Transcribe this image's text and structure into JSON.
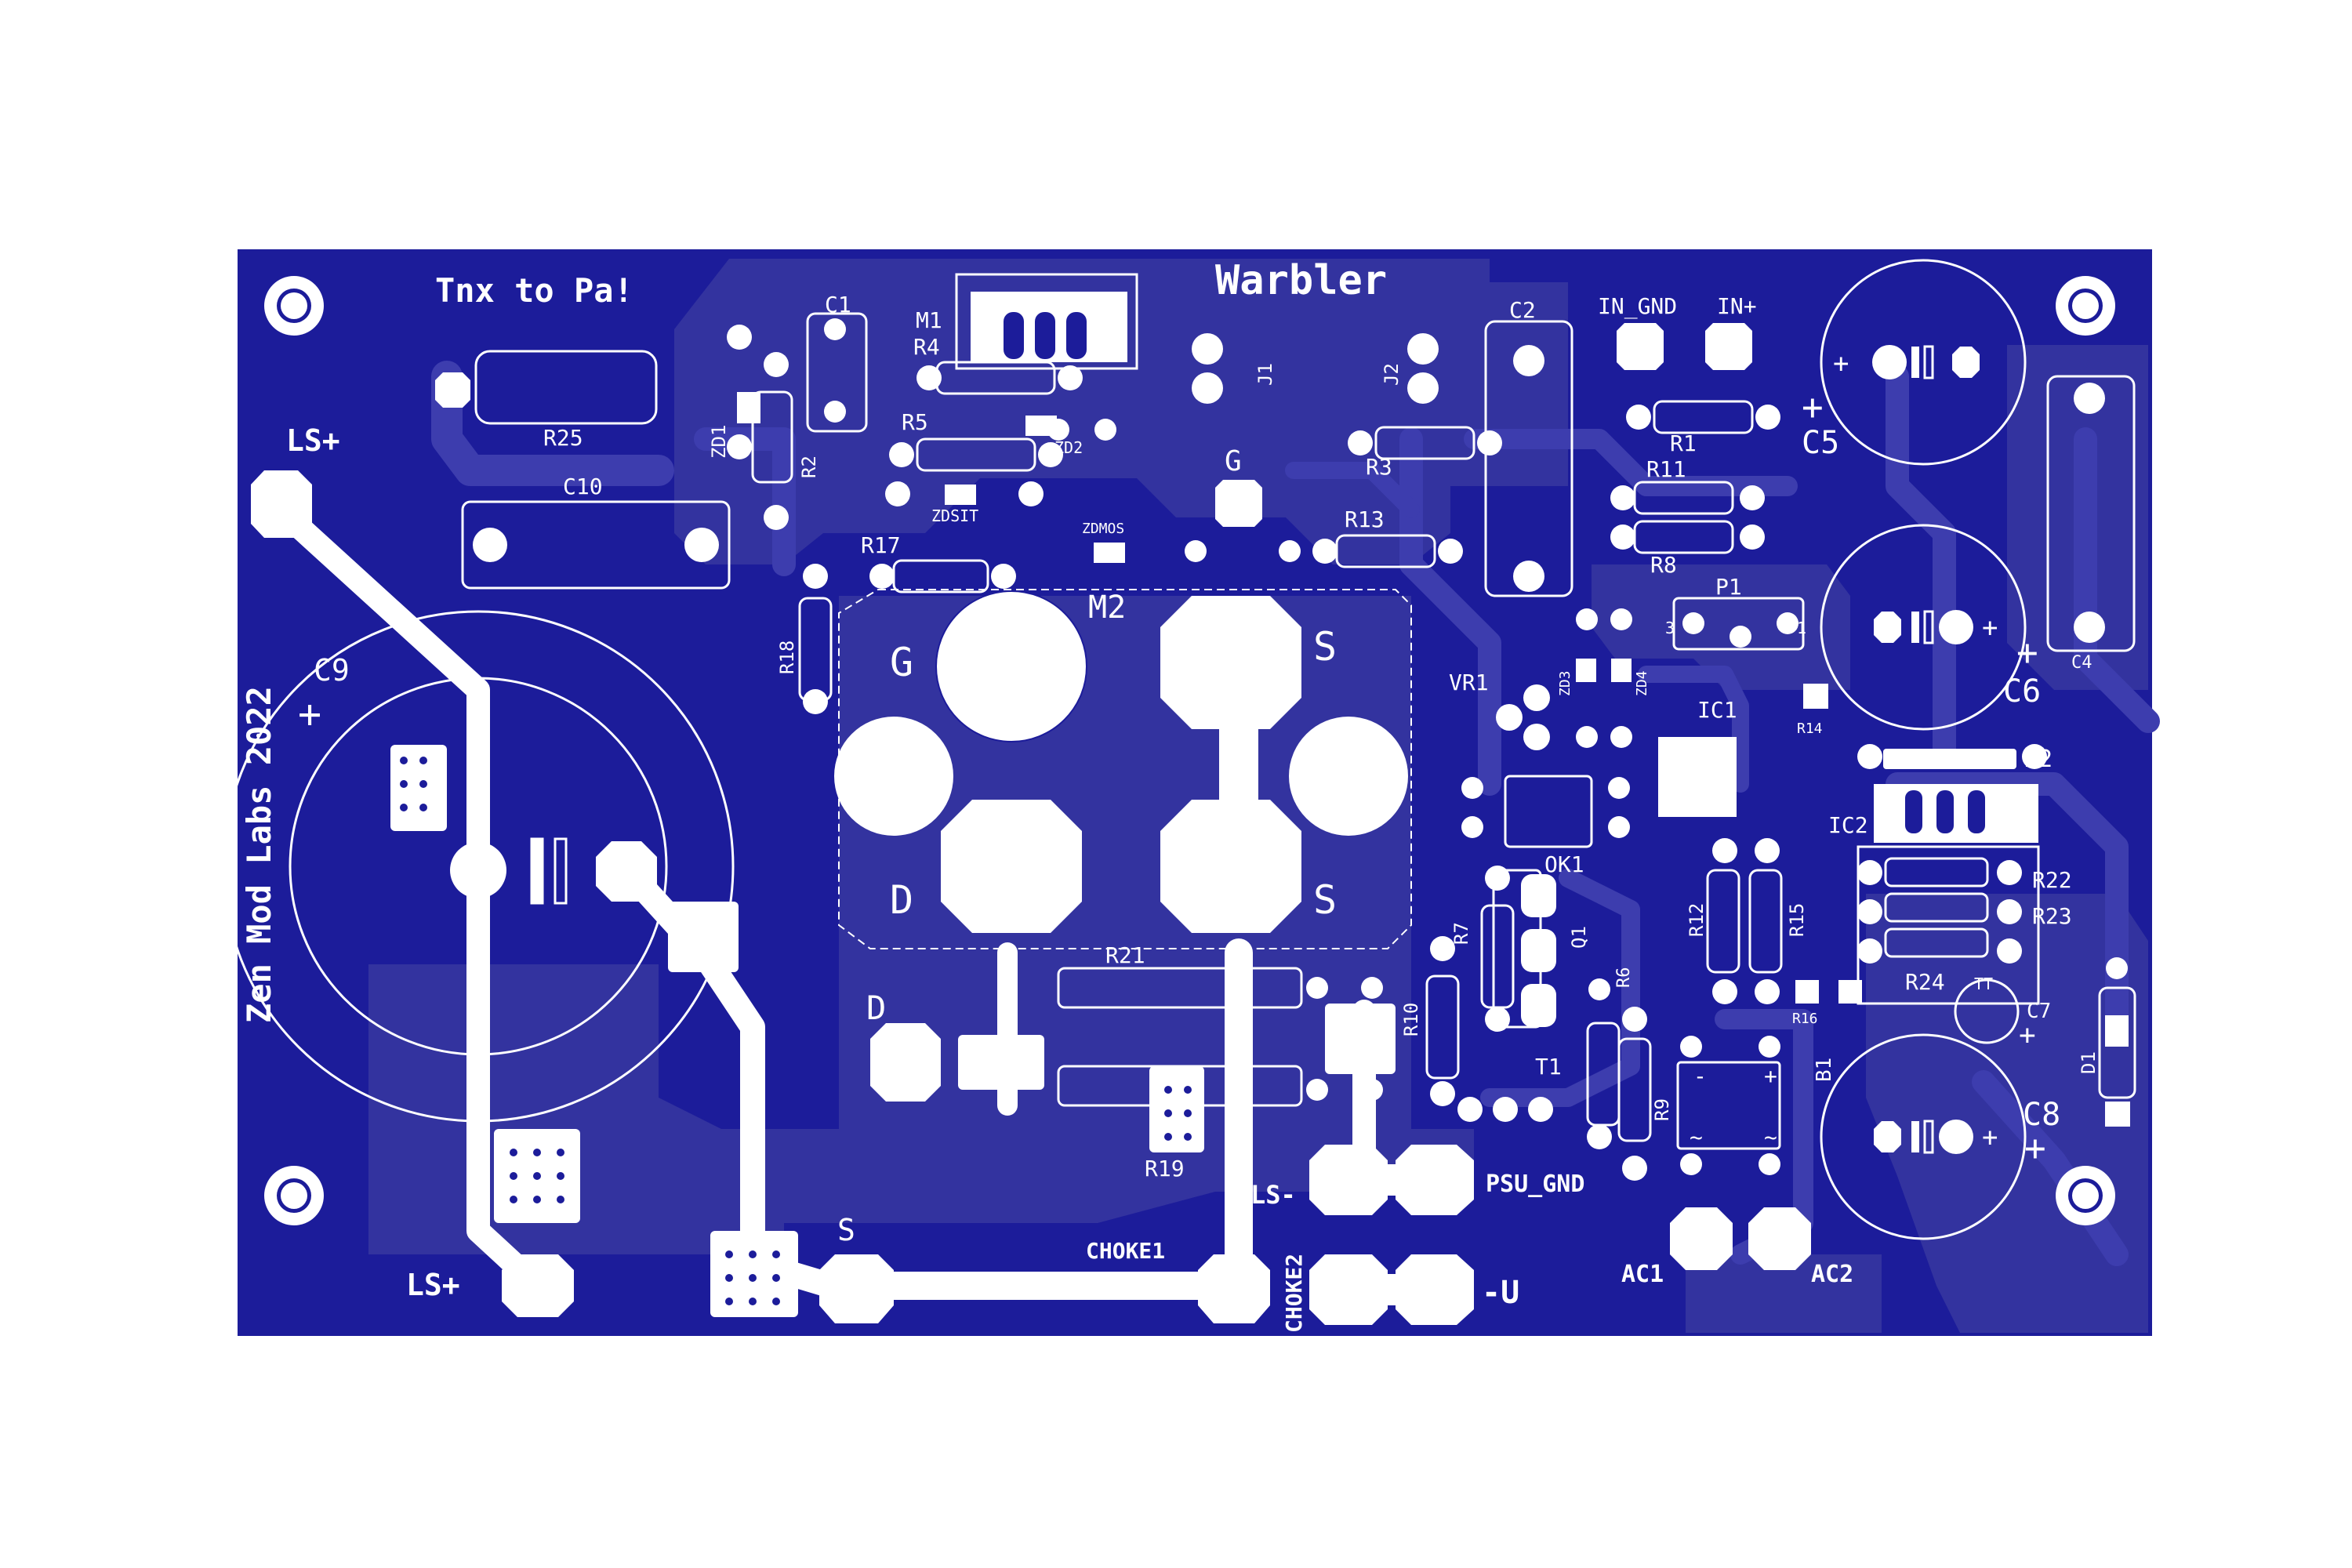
{
  "board": {
    "title": "Warbler",
    "thanks": "Tnx to Pa!",
    "maker": "Zen Mod Labs 2022",
    "colors": {
      "substrate": "#1c1c9a",
      "copper": "#33339f",
      "silk": "#ffffff",
      "background": "#ffffff"
    }
  },
  "labels": {
    "ls_plus_top": "LS+",
    "ls_plus_bottom": "LS+",
    "ls_minus": "LS-",
    "psu_gnd": "PSU_GND",
    "minus_u": "-U",
    "choke1": "CHOKE1",
    "choke2": "CHOKE2",
    "ac1": "AC1",
    "ac2": "AC2",
    "in_gnd": "IN_GND",
    "in_plus": "IN+",
    "g_pad": "G",
    "s_bottom": "S",
    "d_pad": "D"
  },
  "components": {
    "r25": "R25",
    "c10": "C10",
    "c9": "C9",
    "c1": "C1",
    "m1": "M1",
    "r4": "R4",
    "r5": "R5",
    "zd1": "ZD1",
    "r2": "R2",
    "zd2": "ZD2",
    "zdsit": "ZDSIT",
    "r17": "R17",
    "zdmos": "ZDMOS",
    "r18": "R18",
    "m2": "M2",
    "m2_g": "G",
    "m2_s1": "S",
    "m2_d": "D",
    "m2_s2": "S",
    "r21": "R21",
    "r19": "R19",
    "j1": "J1",
    "j2": "J2",
    "r3": "R3",
    "r13": "R13",
    "c2": "C2",
    "r1": "R1",
    "r11": "R11",
    "r8": "R8",
    "c5": "C5",
    "c6": "C6",
    "c4": "C4",
    "p1": "P1",
    "p1_pin3": "3",
    "p1_pin1": "1",
    "vr1": "VR1",
    "zd3": "ZD3",
    "zd4": "ZD4",
    "ic1": "IC1",
    "r14": "R14",
    "d2": "D2",
    "ic2": "IC2",
    "ok1": "OK1",
    "r7": "R7",
    "q1": "Q1",
    "r6": "R6",
    "r10": "R10",
    "r12": "R12",
    "r15": "R15",
    "r16": "R16",
    "r22": "R22",
    "r23": "R23",
    "r24": "R24",
    "tt": "TT",
    "c7": "C7",
    "d1": "D1",
    "c8": "C8",
    "t1": "T1",
    "r9": "R9",
    "b1": "B1"
  },
  "symbols": {
    "plus": "+",
    "minus": "-",
    "tilde": "~"
  }
}
